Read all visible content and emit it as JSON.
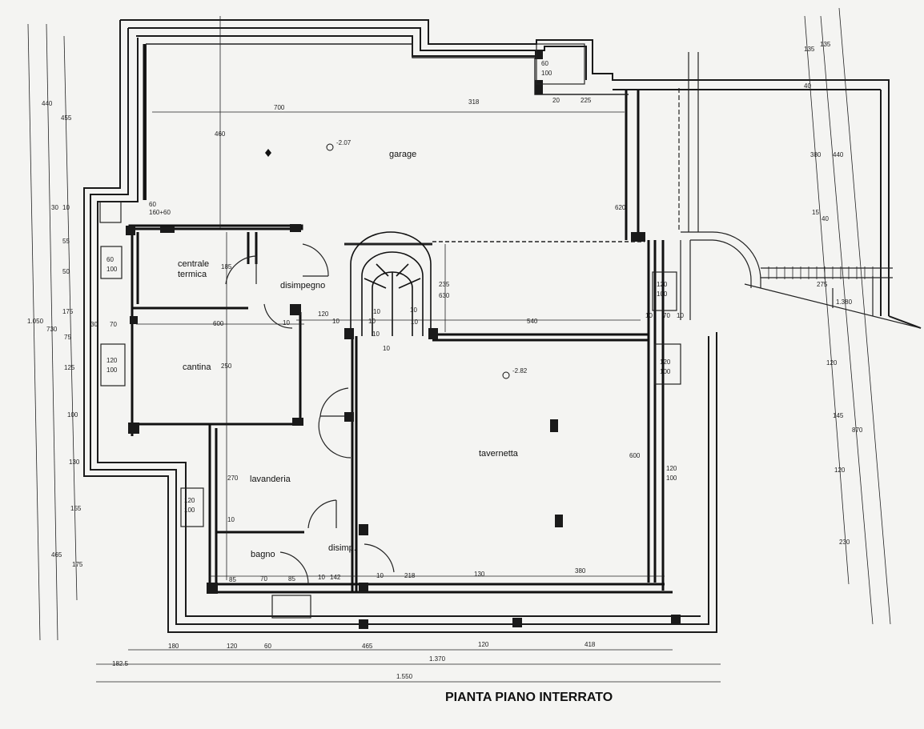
{
  "title": "PIANTA PIANO INTERRATO",
  "rooms": {
    "garage": "garage",
    "centrale": [
      "centrale",
      "termica"
    ],
    "disimpegno": "disimpegno",
    "cantina": "cantina",
    "tavernetta": "tavernetta",
    "lavanderia": "lavanderia",
    "bagno": "bagno",
    "disimp": "disimp."
  },
  "levels": {
    "garage": "-2.07",
    "tavernetta": "-2.82"
  },
  "windows": {
    "w1": [
      "60",
      "100"
    ],
    "w2": [
      "60",
      "160+60"
    ],
    "w3": [
      "60",
      "100"
    ],
    "w4": [
      "120",
      "100"
    ],
    "w5": [
      "120",
      "100"
    ],
    "w6": [
      "120",
      "100"
    ],
    "w7": [
      "120",
      "100"
    ],
    "w8": [
      "120",
      "100"
    ]
  },
  "dims_top": [
    "700",
    "318",
    "20",
    "225"
  ],
  "dims_mid": [
    "120",
    "10",
    "10",
    "540",
    "10",
    "70",
    "10",
    "30",
    "70",
    "600",
    "10",
    "10",
    "10",
    "10",
    "10",
    "235",
    "10"
  ],
  "dims_vert_int": [
    "460",
    "185",
    "250",
    "270",
    "10",
    "620",
    "600",
    "630"
  ],
  "dims_bottom_inner": [
    "85",
    "70",
    "85",
    "10",
    "142",
    "10",
    "218",
    "130",
    "380"
  ],
  "dims_bottom_outer": [
    "180",
    "120",
    "60",
    "465",
    "120",
    "418"
  ],
  "dims_totals": [
    "182.5",
    "1.370",
    "1.550"
  ],
  "dims_left": [
    "440",
    "455",
    "30",
    "10",
    "55",
    "50",
    "175",
    "75",
    "730",
    "1.050",
    "125",
    "100",
    "130",
    "155",
    "175",
    "465"
  ],
  "dims_right": [
    "135",
    "135",
    "40",
    "380",
    "440",
    "15",
    "40",
    "275",
    "1.380",
    "120",
    "145",
    "870",
    "120",
    "230"
  ]
}
